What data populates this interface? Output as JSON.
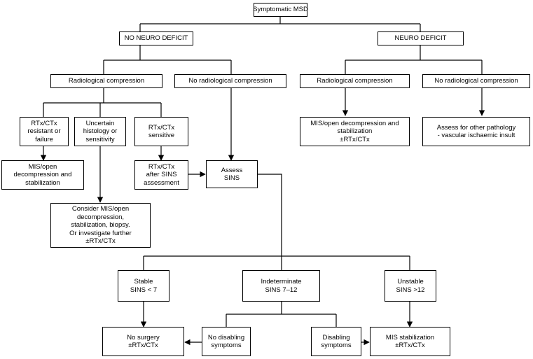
{
  "nodes": {
    "root": [
      "Symptomatic MSD"
    ],
    "no_neuro": [
      "NO NEURO DEFICIT"
    ],
    "neuro": [
      "NEURO DEFICIT"
    ],
    "rad_comp_left": [
      "Radiological compression"
    ],
    "no_rad_comp_left": [
      "No radiological compression"
    ],
    "rad_comp_right": [
      "Radiological compression"
    ],
    "no_rad_comp_right": [
      "No radiological compression"
    ],
    "rtx_resistant": [
      "RTx/CTx",
      "resistant or",
      "failure"
    ],
    "uncertain": [
      "Uncertain",
      "histology or",
      "sensitivity"
    ],
    "rtx_sensitive": [
      "RTx/CTx",
      "sensitive"
    ],
    "mis_open_decomp": [
      "MIS/open",
      "decompression and",
      "stabilization"
    ],
    "rtx_after_sins": [
      "RTx/CTx",
      "after SINS",
      "assessment"
    ],
    "assess_sins": [
      "Assess",
      "SINS"
    ],
    "consider_mis": [
      "Consider MIS/open",
      "decompression,",
      "stabilization, biopsy.",
      "Or investigate further",
      "±RTx/CTx"
    ],
    "mis_decomp_right": [
      "MIS/open decompression and",
      "stabilization",
      "±RTx/CTx"
    ],
    "assess_other": [
      "Assess for other pathology",
      "- vascular ischaemic insult"
    ],
    "stable": [
      "Stable",
      "SINS < 7"
    ],
    "indeterminate": [
      "Indeterminate",
      "SINS 7–12"
    ],
    "unstable": [
      "Unstable",
      "SINS >12"
    ],
    "no_surgery": [
      "No surgery",
      "±RTx/CTx"
    ],
    "no_disabling": [
      "No disabling",
      "symptoms"
    ],
    "disabling": [
      "Disabling",
      "symptoms"
    ],
    "mis_stab": [
      "MIS stabilization",
      "±RTx/CTx"
    ]
  }
}
